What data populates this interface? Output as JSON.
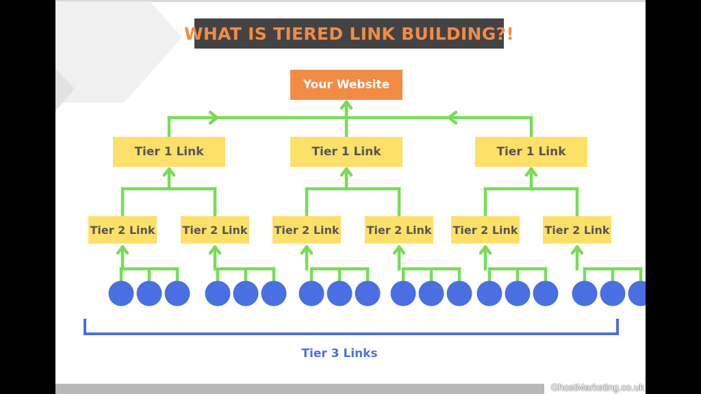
{
  "title": "WHAT IS TIERED LINK BUILDING?!",
  "root": {
    "label": "Your Website"
  },
  "tier1": [
    {
      "label": "Tier 1 Link",
      "tier2": [
        {
          "label": "Tier 2 Link",
          "tier3_count": 3
        },
        {
          "label": "Tier 2 Link",
          "tier3_count": 3
        }
      ]
    },
    {
      "label": "Tier 1 Link",
      "tier2": [
        {
          "label": "Tier 2 Link",
          "tier3_count": 3
        },
        {
          "label": "Tier 2 Link",
          "tier3_count": 3
        }
      ]
    },
    {
      "label": "Tier 1 Link",
      "tier2": [
        {
          "label": "Tier 2 Link",
          "tier3_count": 3
        },
        {
          "label": "Tier 2 Link",
          "tier3_count": 3
        }
      ]
    }
  ],
  "tier3_label": "Tier 3 Links",
  "watermark": "GhostMarketing.co.uk",
  "colors": {
    "title_bg": "#434343",
    "title_text": "#f38b45",
    "root_fill": "#f38b45",
    "tier_fill": "#fde068",
    "connector": "#77dd55",
    "tier3_dot": "#4a6fe3",
    "bracket": "#4a6fe3"
  }
}
